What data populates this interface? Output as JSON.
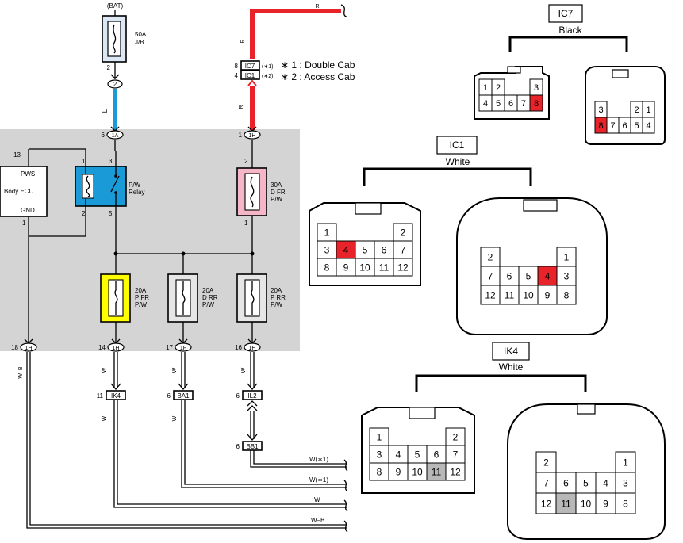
{
  "colors": {
    "wire_red": "#e8232a",
    "wire_blue": "#1a9bd8",
    "relay_blue": "#1a9bd8",
    "fuse_pink": "#f5b6c8",
    "fuse_yellow": "#ffff00",
    "fuse_light": "#dce9f5",
    "jb_gray": "#d4d4d4",
    "pin_red": "#e8232a",
    "pin_gray": "#b8b8b8"
  },
  "bat": {
    "label": "(BAT)",
    "fuse_rating": "50A",
    "fuse_loc": "J/B",
    "pin": "2",
    "conn": "2"
  },
  "wires": {
    "red_top": "R",
    "red_vert": "R",
    "red_lower": "R",
    "blue": "L",
    "w_left": "W–B",
    "w1": "W",
    "w2": "W",
    "w3": "W",
    "w4": "W",
    "w5": "W",
    "w_r1": "W(∗1)",
    "w_r2": "W(∗1)",
    "w_r3": "W",
    "w_r4": "W–B"
  },
  "top_conn": {
    "row1_pin": "8",
    "row1_conn": "IC7",
    "row1_note": "(∗1)",
    "row2_pin": "4",
    "row2_conn": "IC1",
    "row2_note": "(∗2)"
  },
  "legend": {
    "l1": "∗ 1 : Double Cab",
    "l2": "∗ 2 : Access Cab"
  },
  "jb_conns": {
    "blue_pin": "6",
    "blue_name": "1A",
    "red_pin": "1",
    "red_name": "1H",
    "b18_pin": "18",
    "b18_name": "1H",
    "b14_pin": "14",
    "b14_name": "1H",
    "b17_pin": "17",
    "b17_name": "1F",
    "b16_pin": "16",
    "b16_name": "1H"
  },
  "ecu": {
    "pin_top": "13",
    "pws": "PWS",
    "name": "Body ECU",
    "gnd": "GND",
    "pin_bottom": "1"
  },
  "relay": {
    "pin1": "1",
    "pin3": "3",
    "pin2": "2",
    "pin5": "5",
    "name1": "P/W",
    "name2": "Relay"
  },
  "fuse_dfr": {
    "pin_top": "2",
    "pin_bottom": "1",
    "rating": "30A",
    "line1": "D FR",
    "line2": "P/W"
  },
  "fuse_pfr": {
    "rating": "20A",
    "line1": "P FR",
    "line2": "P/W"
  },
  "fuse_drr": {
    "rating": "20A",
    "line1": "D RR",
    "line2": "P/W"
  },
  "fuse_prr": {
    "rating": "20A",
    "line1": "P RR",
    "line2": "P/W"
  },
  "lower_conns": {
    "ik4_pin": "11",
    "ik4": "IK4",
    "ba1_pin": "6",
    "ba1": "BA1",
    "il2_pin": "6",
    "il2": "IL2",
    "bb1_pin": "6",
    "bb1": "BB1"
  },
  "ic7": {
    "name": "IC7",
    "color": "Black",
    "left": [
      "1",
      "2",
      "3",
      "4",
      "5",
      "6",
      "7",
      "8"
    ],
    "right": [
      "3",
      "2",
      "1",
      "8",
      "7",
      "6",
      "5",
      "4"
    ]
  },
  "ic1": {
    "name": "IC1",
    "color": "White",
    "left": [
      "1",
      "2",
      "3",
      "4",
      "5",
      "6",
      "7",
      "8",
      "9",
      "10",
      "11",
      "12"
    ],
    "right": [
      "2",
      "1",
      "7",
      "6",
      "5",
      "4",
      "3",
      "12",
      "11",
      "10",
      "9",
      "8"
    ]
  },
  "ik4": {
    "name": "IK4",
    "color": "White",
    "left": [
      "1",
      "2",
      "3",
      "4",
      "5",
      "6",
      "7",
      "8",
      "9",
      "10",
      "11",
      "12"
    ],
    "right": [
      "2",
      "1",
      "7",
      "6",
      "5",
      "4",
      "3",
      "12",
      "11",
      "10",
      "9",
      "8"
    ]
  }
}
